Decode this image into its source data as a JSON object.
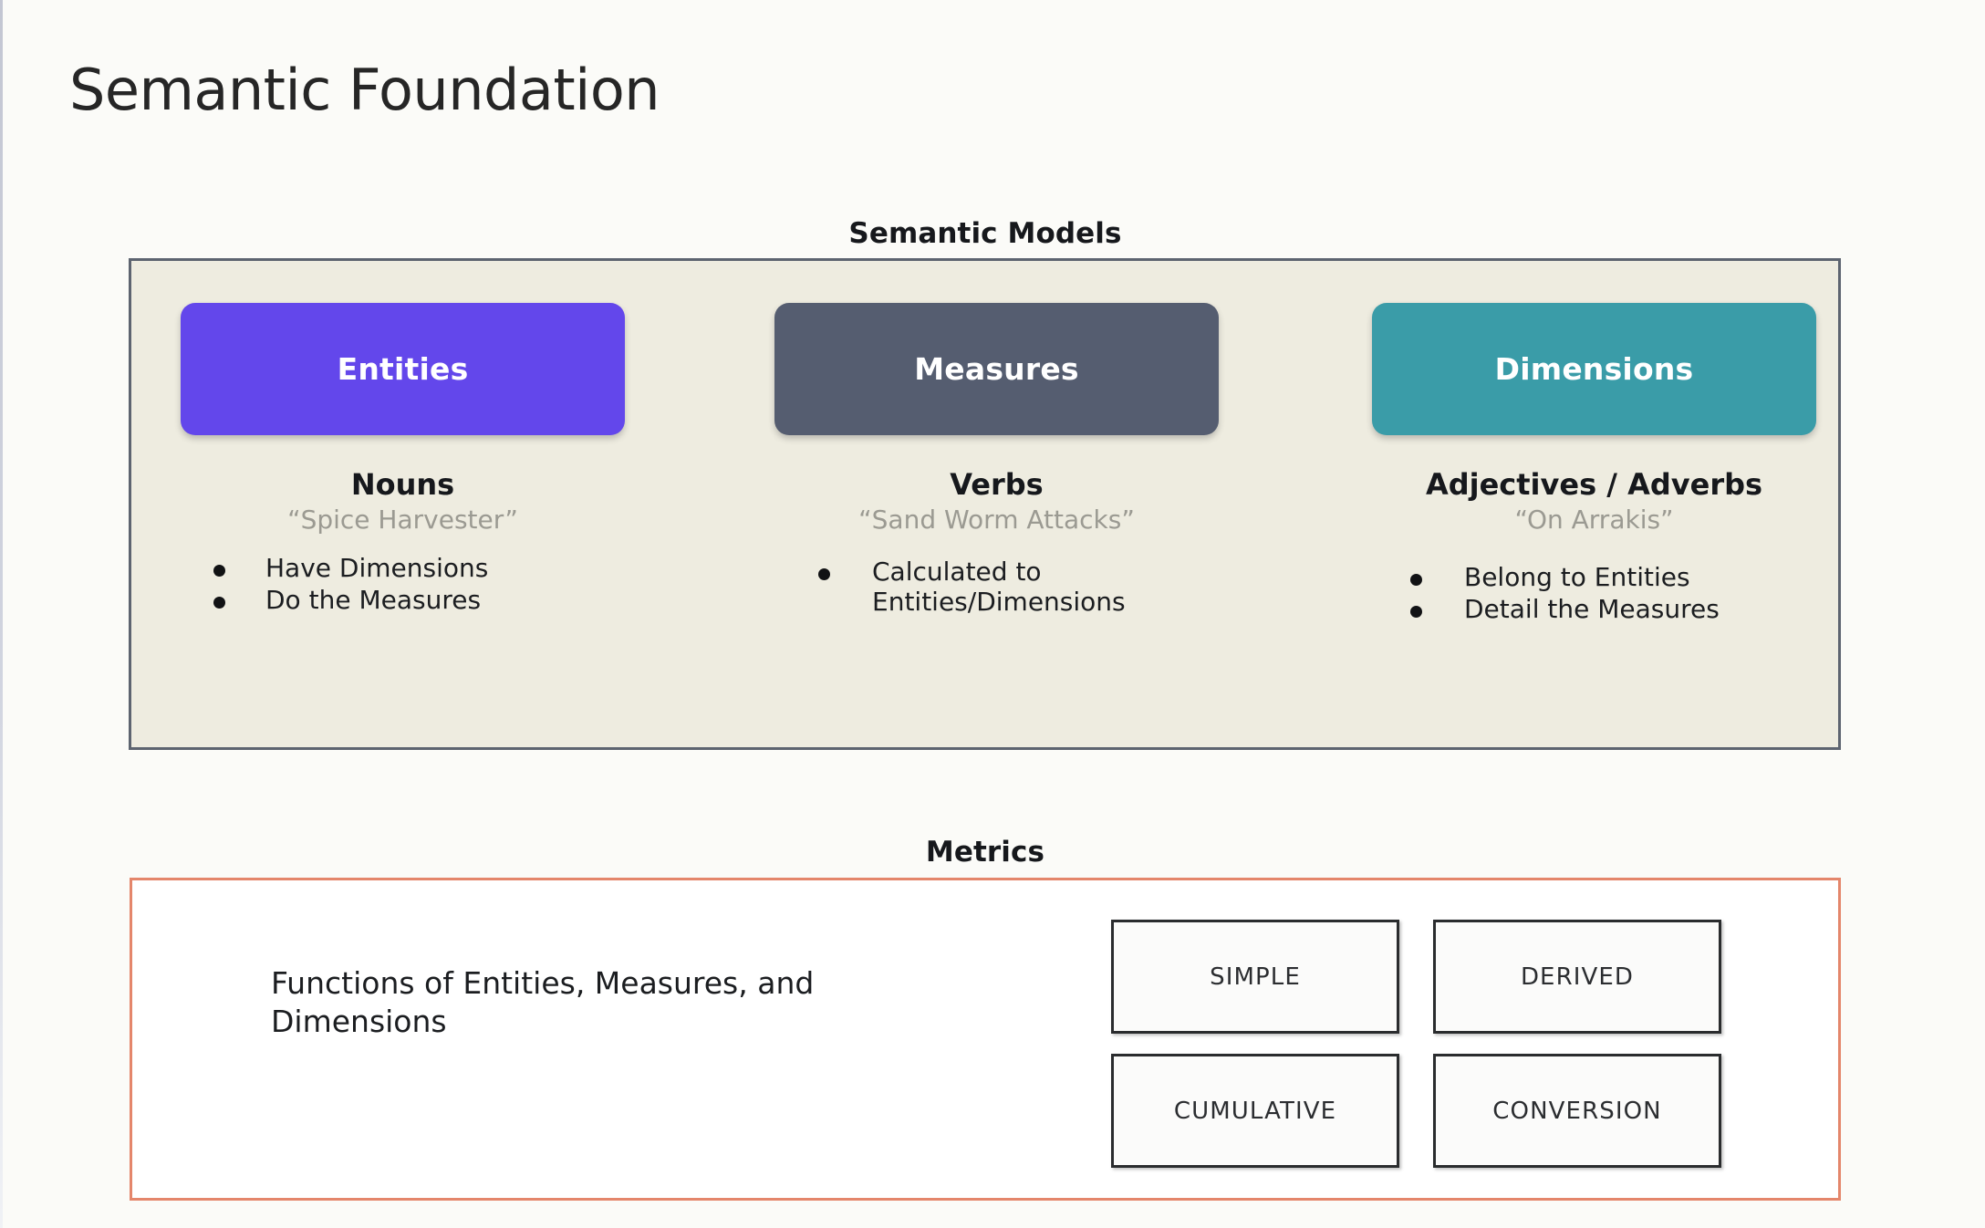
{
  "slide": {
    "title": "Semantic Foundation",
    "background_color": "#fbfbf8"
  },
  "semantic_models": {
    "heading": "Semantic Models",
    "panel_fill": "#eeece0",
    "panel_border": "#5d6470",
    "columns": [
      {
        "chip_label": "Entities",
        "chip_color": "#6347eb",
        "part_of_speech": "Nouns",
        "example": "“Spice Harvester”",
        "bullets": [
          "Have Dimensions",
          "Do the Measures"
        ]
      },
      {
        "chip_label": "Measures",
        "chip_color": "#555d70",
        "part_of_speech": "Verbs",
        "example": "“Sand Worm Attacks”",
        "bullets": [
          "Calculated to Entities/Dimensions"
        ]
      },
      {
        "chip_label": "Dimensions",
        "chip_color": "#3a9ca8",
        "part_of_speech": "Adjectives / Adverbs",
        "example": "“On Arrakis”",
        "bullets": [
          "Belong to Entities",
          "Detail the Measures"
        ]
      }
    ]
  },
  "metrics": {
    "heading": "Metrics",
    "panel_border": "#e4866b",
    "description": "Functions of Entities, Measures, and Dimensions",
    "types": [
      "SIMPLE",
      "DERIVED",
      "CUMULATIVE",
      "CONVERSION"
    ]
  }
}
